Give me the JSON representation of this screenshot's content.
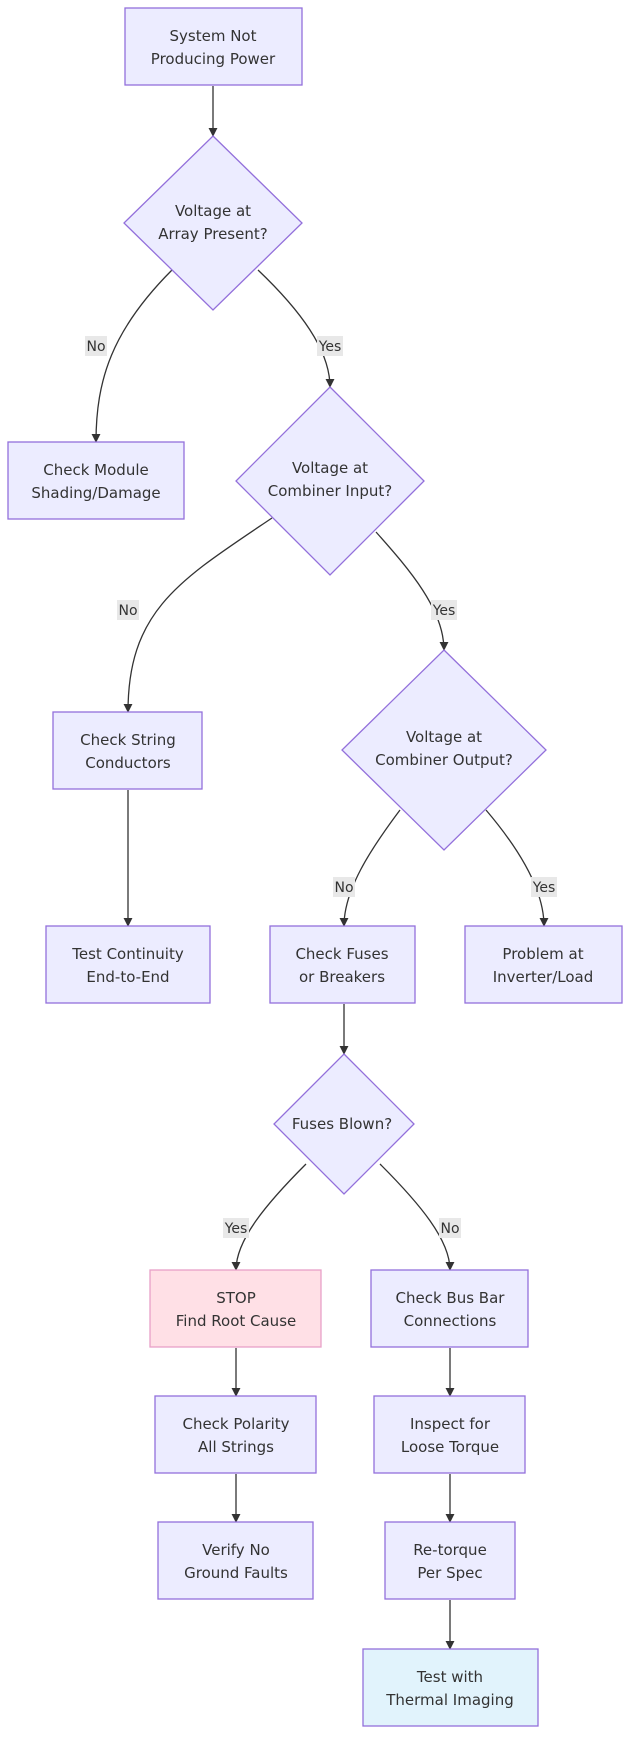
{
  "diagram": {
    "nodes": {
      "n_start": [
        "System Not",
        "Producing Power"
      ],
      "n_d1": [
        "Voltage at",
        "Array Present?"
      ],
      "n_module": [
        "Check Module",
        "Shading/Damage"
      ],
      "n_d2": [
        "Voltage at",
        "Combiner Input?"
      ],
      "n_string": [
        "Check String",
        "Conductors"
      ],
      "n_d3": [
        "Voltage at",
        "Combiner Output?"
      ],
      "n_cont": [
        "Test Continuity",
        "End-to-End"
      ],
      "n_fuses": [
        "Check Fuses",
        "or Breakers"
      ],
      "n_inverter": [
        "Problem at",
        "Inverter/Load"
      ],
      "n_d4": [
        "Fuses Blown?"
      ],
      "n_stop": [
        "STOP",
        "Find Root Cause"
      ],
      "n_bus": [
        "Check Bus Bar",
        "Connections"
      ],
      "n_polarity": [
        "Check Polarity",
        "All Strings"
      ],
      "n_inspect": [
        "Inspect for",
        "Loose Torque"
      ],
      "n_ground": [
        "Verify No",
        "Ground Faults"
      ],
      "n_retorque": [
        "Re-torque",
        "Per Spec"
      ],
      "n_thermal": [
        "Test with",
        "Thermal Imaging"
      ]
    },
    "edge_labels": {
      "e_d1_no": "No",
      "e_d1_yes": "Yes",
      "e_d2_no": "No",
      "e_d2_yes": "Yes",
      "e_d3_no": "No",
      "e_d3_yes": "Yes",
      "e_d4_yes": "Yes",
      "e_d4_no": "No"
    },
    "colors": {
      "node_fill": "#ECECFF",
      "node_stroke": "#9370DB",
      "stop_fill": "#FFE0E6",
      "stop_stroke": "#E8A0C8",
      "thermal_fill": "#E1F3FC",
      "thermal_stroke": "#9370DB",
      "edge": "#333333",
      "label_bg": "#E8E8E8"
    }
  }
}
